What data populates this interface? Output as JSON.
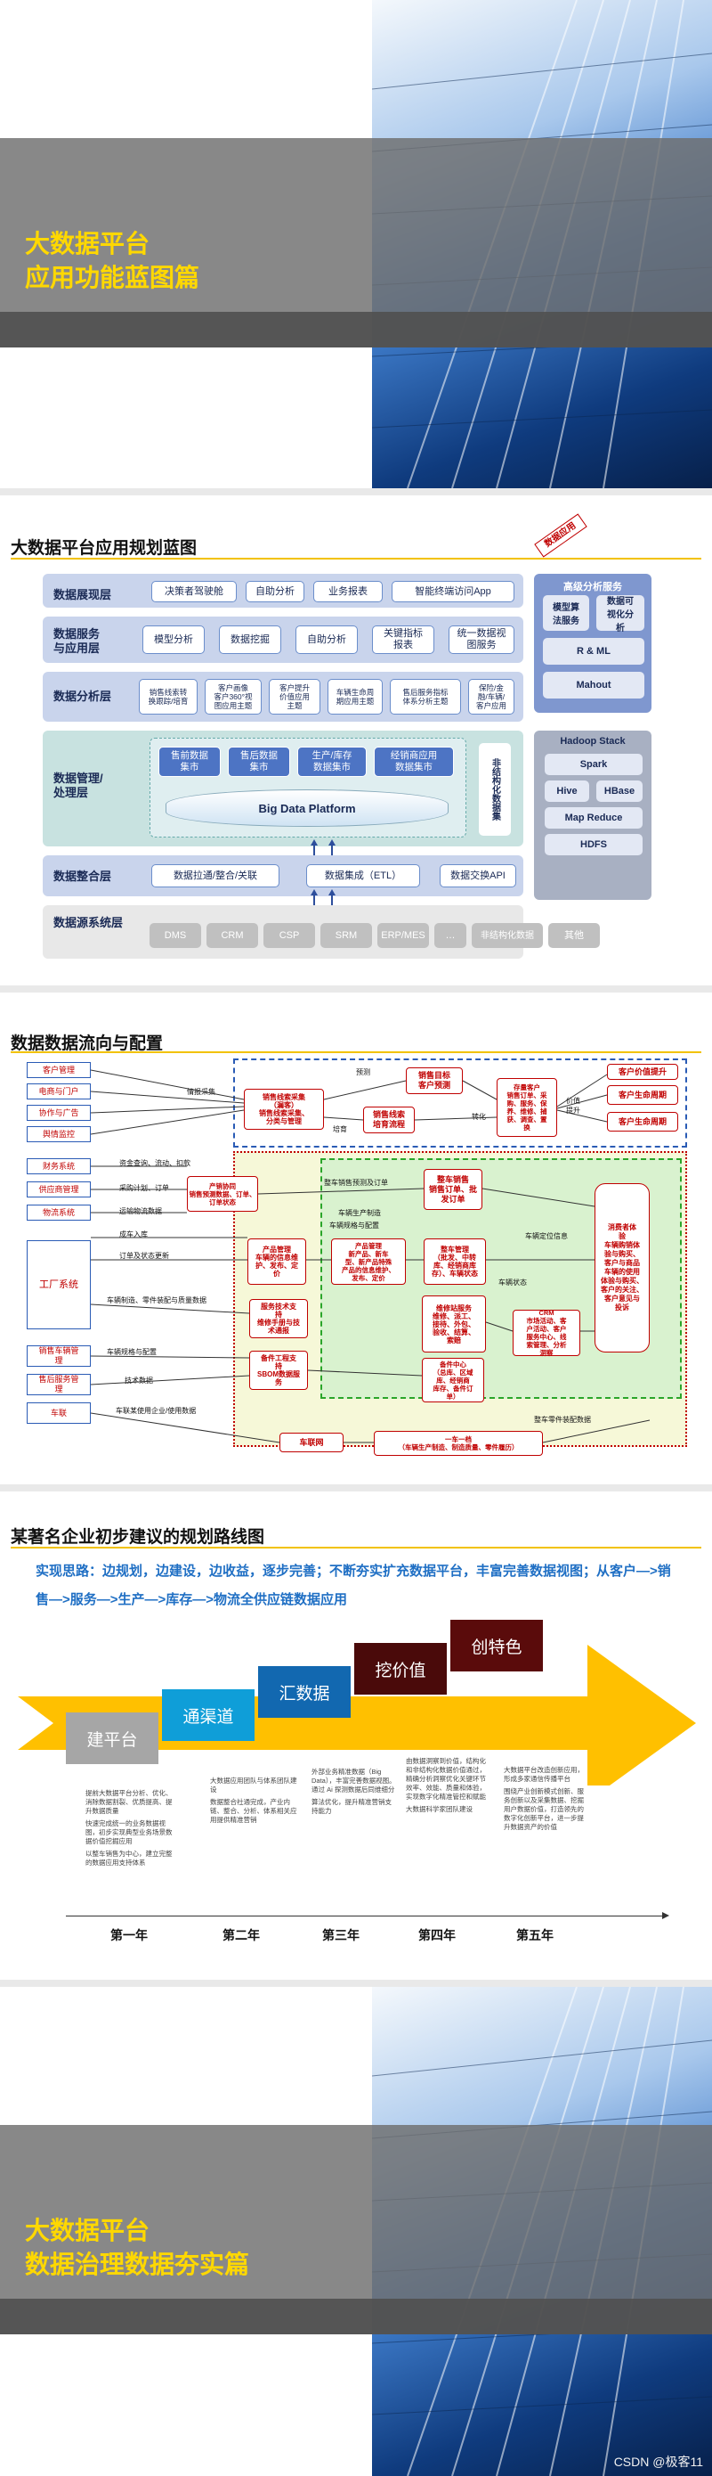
{
  "cover1": {
    "title_line1": "大数据平台",
    "title_line2": "应用功能蓝图篇"
  },
  "arch": {
    "heading": "大数据平台应用规划蓝图",
    "tag": "数据应用",
    "layers": {
      "display": "数据展现层",
      "service_line1": "数据服务",
      "service_line2": "与应用层",
      "analysis": "数据分析层",
      "mgmt_line1": "数据管理/",
      "mgmt_line2": "处理层",
      "integration": "数据整合层",
      "source": "数据源系统层"
    },
    "display_items": [
      "决策者驾驶舱",
      "自助分析",
      "业务报表",
      "智能终端访问App"
    ],
    "service_items": [
      "模型分析",
      "数据挖掘",
      "自助分析",
      "关键指标\n报表",
      "统一数据视\n图服务"
    ],
    "analysis_items": [
      "销售线索转\n换跟踪/培育",
      "客户画像\n客户360°视\n图应用主题",
      "客户提升\n价值应用\n主题",
      "车辆生命周\n期应用主题",
      "售后服务指标\n体系分析主题",
      "保险/金\n融/车辆/\n客户应用"
    ],
    "mart_items": [
      "售前数据\n集市",
      "售后数据\n集市",
      "生产/库存\n数据集市",
      "经销商应用\n数据集市"
    ],
    "platform": "Big Data Platform",
    "unstructured": "非结构化数据集",
    "integration_items": [
      "数据拉通/整合/关联",
      "数据集成（ETL）",
      "数据交换API"
    ],
    "source_items": [
      "DMS",
      "CRM",
      "CSP",
      "SRM",
      "ERP/MES",
      "…",
      "非结构化数据",
      "其他"
    ],
    "adv_title": "高级分析服务",
    "adv_items": [
      "模型算\n法服务",
      "数据可\n视化分\n析",
      "R & ML",
      "Mahout"
    ],
    "hadoop_title": "Hadoop Stack",
    "hadoop_items": [
      "Spark",
      "Hive",
      "HBase",
      "Map Reduce",
      "HDFS"
    ]
  },
  "flow": {
    "heading": "数据数据流向与配置",
    "left_items": [
      "客户管理",
      "电商与门户",
      "协作与广告",
      "舆情监控",
      "财务系统",
      "供应商管理",
      "物流系统",
      "工厂系统",
      "销售车辆管\n理",
      "售后服务管\n理",
      "车联"
    ],
    "boxes": {
      "lead": "销售线索采集\n（漏客）\n销售线索采集、\n分类与管理",
      "target": "销售目标\n客户预测",
      "nurture": "销售线索\n培育流程",
      "stock_cust": "存量客户\n销售订单、采\n购、服务、保\n养、维修、捕\n获、调查、置\n换",
      "value_up": "客户价值提升",
      "lifecycle1": "客户生命周期",
      "lifecycle2": "客户生命周期",
      "order": "产销协同\n销售预测数据、订单、\n订单状态",
      "vehicle_sales": "整车销售\n销售订单、批\n发订单",
      "product_mgmt": "产品管理\n车辆的信息维\n护、发布、定\n价",
      "product_mgmt2": "产品管理\n新产品、新车\n型、新产品特殊\n产品的信息维护、\n发布、定价",
      "vehicle_mgmt": "整车管理\n（批发、中转\n库、经销商库\n存）、车辆状态",
      "consumer": "消费者体\n验\n车辆购销体\n验与购买、\n客户与商品\n车辆的使用\n体验与购买、\n客户的关注、\n客户意见与\n投诉",
      "service_support": "服务技术支\n持\n维修手册与技\n术通报",
      "parts": "备件工程支\n持\nSBOM数据服\n务",
      "repair": "维修站服务\n维修、派工、\n接待、外包、\n验收、结算、\n索赔",
      "parts_center": "备件中心\n（总库、区域\n库、经销商\n库存、备件订\n单）",
      "crm_market": "CRM\n市场活动、客\n户活动、客户\n服务中心、线\n索管理、分析\n洞察",
      "telematics": "车联网",
      "single": "一车一档\n（车辆生产制造、制造质量、零件履历）"
    },
    "labels": [
      "情报采集",
      "预测",
      "培育",
      "转化",
      "价值\n提升",
      "资金查询、流动、扣款",
      "采购计划、订单",
      "运输物流数据",
      "成车入库",
      "订单及状态更新",
      "整车销售预测及订单",
      "车辆规格与配置",
      "车辆制造、零件装配与质量数据",
      "车辆规格与配置",
      "技术数据",
      "车联某使用企业/使用数据",
      "车辆生产制造",
      "整车零件装配数据",
      "车辆定位信息",
      "车辆状态"
    ]
  },
  "roadmap": {
    "heading": "某著名企业初步建议的规划路线图",
    "idea": "实现思路：边规划，边建设，边收益，逐步完善；不断夯实扩充数据平台，丰富完善数据视图；从客户—>销售—>服务—>生产—>库存—>物流全供应链数据应用",
    "phases": [
      "建平台",
      "通渠道",
      "汇数据",
      "挖价值",
      "创特色"
    ],
    "years": [
      "第一年",
      "第二年",
      "第三年",
      "第四年",
      "第五年"
    ],
    "col1": [
      "提前大数据平台分析、优化、消除数据割裂、优质提高、提升数据质量",
      "快速完成统一的业务数据视图，初步实现典型业务场景数据价值挖掘应用",
      "以整车销售为中心，建立完整的数据应用支持体系"
    ],
    "col2": [
      "大数据应用团队与体系团队建设",
      "数据整合社通完成，产业内链、整合、分析、体系相关应用提供精准营销"
    ],
    "col3": [
      "外部业务精准数据（Big Data），丰富完善数据视图。通过 Ai 探测数据后同维细分",
      "算法优化，提升精准营销支持能力"
    ],
    "col4": [
      "由数据洞察到价值，结构化和非结构化数据价值通过，精确分析洞察优化关键环节效率、效能、质量和体验，实现数字化精准管控和赋能",
      "大数据科学家团队建设"
    ],
    "col5": [
      "大数据平台改造创新应用，形成多家通信传播平台",
      "围绕产业创新模式创新、服务创新以及采集数据、挖掘用户数据价值，打造领先的数字化创新平台，进一步提升数据资产的价值"
    ]
  },
  "cover2": {
    "title_line1": "大数据平台",
    "title_line2": "数据治理数据夯实篇"
  },
  "watermark": "CSDN @极客11"
}
